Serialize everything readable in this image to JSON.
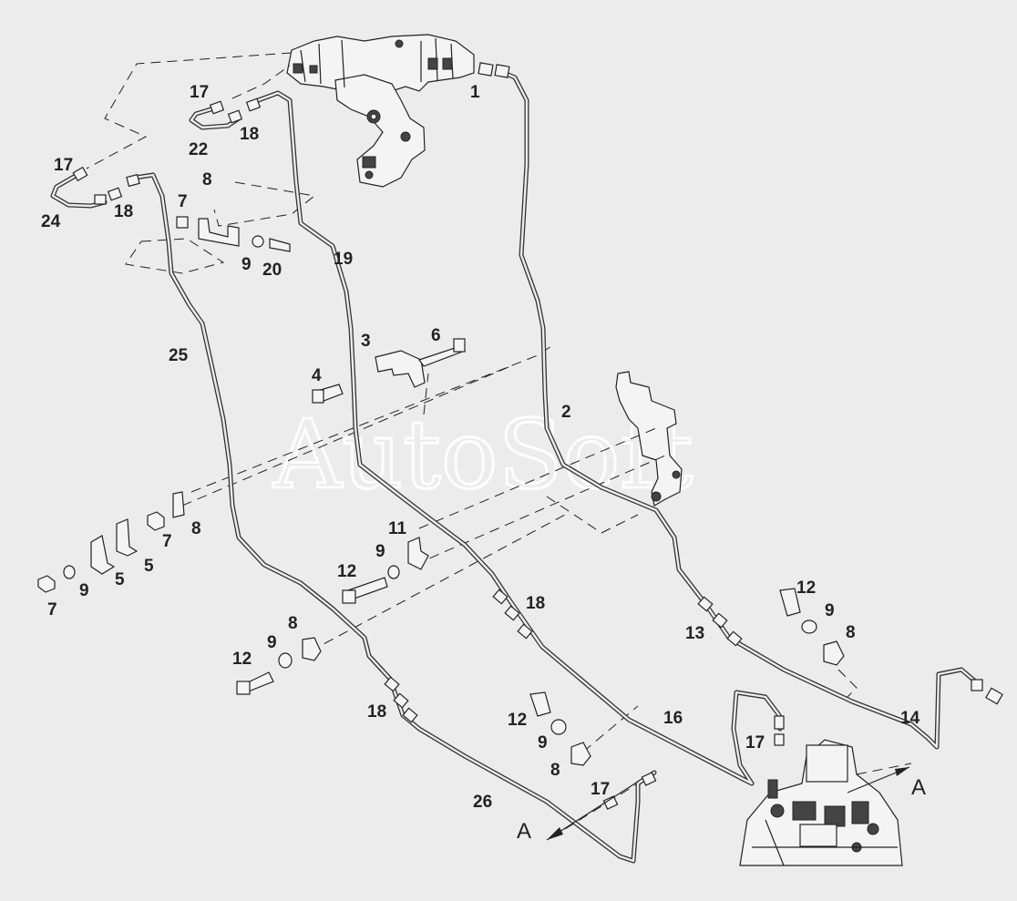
{
  "watermark": "AutoSoft",
  "labels": {
    "p1": "1",
    "p2": "2",
    "p3": "3",
    "p4": "4",
    "p5a": "5",
    "p5b": "5",
    "p6": "6",
    "p7a": "7",
    "p7b": "7",
    "p7c": "7",
    "p8a": "8",
    "p8b": "8",
    "p8c": "8",
    "p8d": "8",
    "p8e": "8",
    "p9a": "9",
    "p9b": "9",
    "p9c": "9",
    "p9d": "9",
    "p9e": "9",
    "p9f": "9",
    "p11": "11",
    "p12a": "12",
    "p12b": "12",
    "p12c": "12",
    "p12d": "12",
    "p13": "13",
    "p14": "14",
    "p16": "16",
    "p17a": "17",
    "p17b": "17",
    "p17c": "17",
    "p17d": "17",
    "p18a": "18",
    "p18b": "18",
    "p18c": "18",
    "p18d": "18",
    "p19": "19",
    "p20": "20",
    "p22": "22",
    "p24": "24",
    "p25": "25",
    "p26": "26"
  },
  "view_arrows": {
    "left": "A",
    "right": "A"
  },
  "colors": {
    "background": "#ececec",
    "line": "#222222",
    "watermark": "#ffffff"
  }
}
